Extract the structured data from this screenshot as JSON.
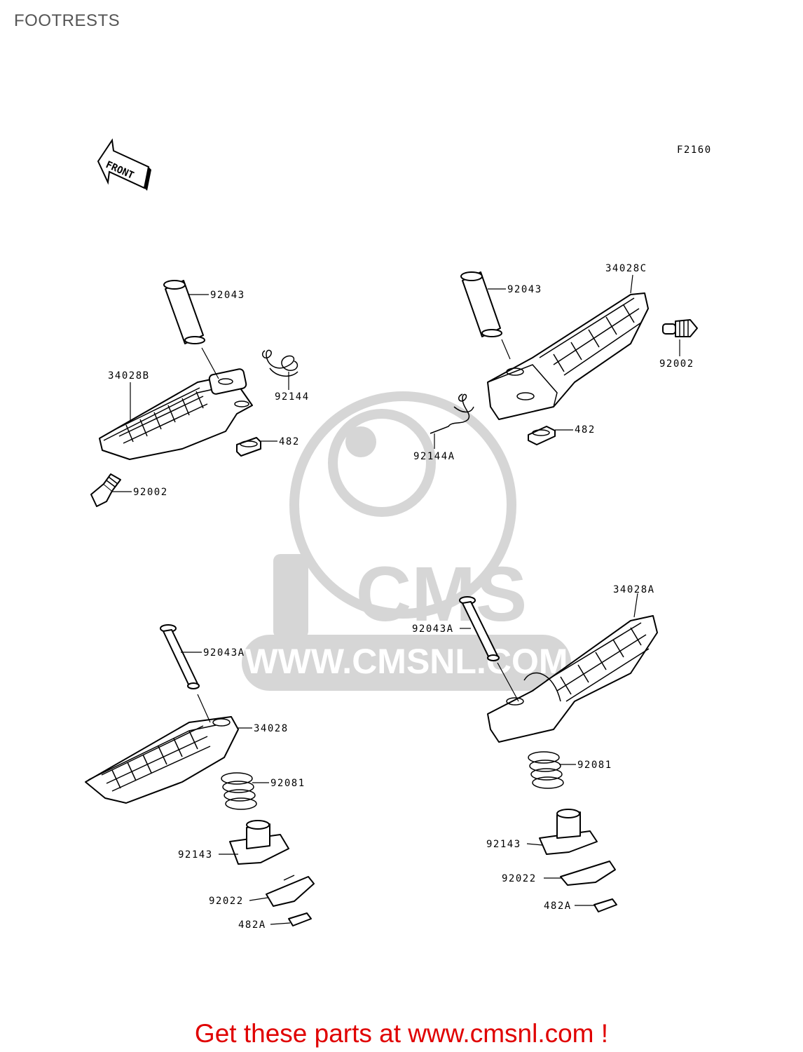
{
  "page": {
    "title": "FOOTRESTS"
  },
  "figure": {
    "code": "F2160",
    "front_arrow": "FRONT"
  },
  "watermark": {
    "brand": "CMS",
    "url": "WWW.CMSNL.COM"
  },
  "labels": {
    "ul_pin": "92043",
    "ul_spring": "92144",
    "ul_footrest": "34028B",
    "ul_clip": "482",
    "ul_stopper": "92002",
    "ur_pin": "92043",
    "ur_footrest": "34028C",
    "ur_stopper": "92002",
    "ur_spring": "92144A",
    "ur_clip": "482",
    "ll_pin": "92043A",
    "ll_footrest": "34028",
    "ll_spring": "92081",
    "ll_holder": "92143",
    "ll_plate": "92022",
    "ll_clip": "482A",
    "lr_pin": "92043A",
    "lr_footrest": "34028A",
    "lr_spring": "92081",
    "lr_holder": "92143",
    "lr_plate": "92022",
    "lr_clip": "482A"
  },
  "footer": {
    "cta": "Get these parts at www.cmsnl.com !"
  },
  "colors": {
    "footer_text": "#e00000",
    "watermark": "#d6d6d6",
    "title": "#555555"
  }
}
